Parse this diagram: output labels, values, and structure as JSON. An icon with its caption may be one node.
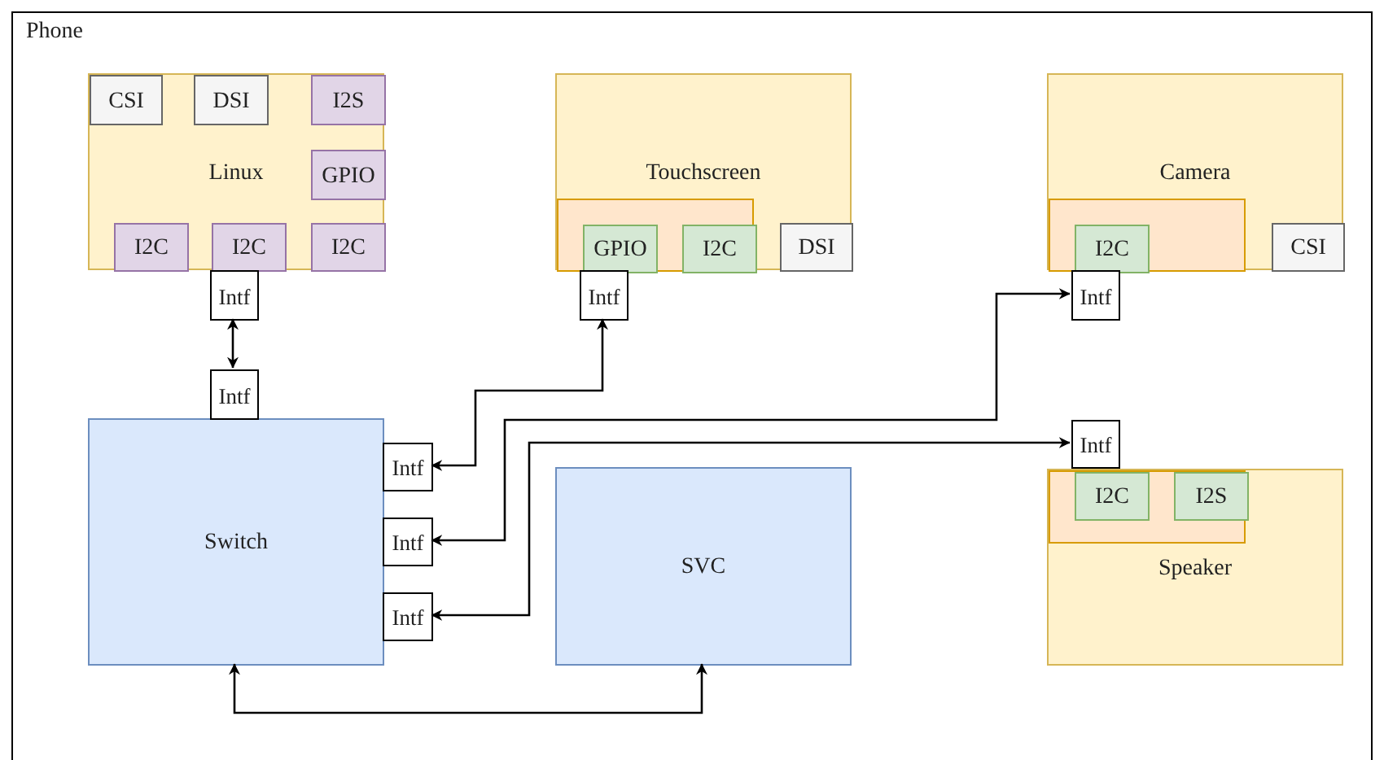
{
  "diagram": {
    "nodes": [
      {
        "text": [
          "Phone"
        ]
      },
      {
        "text": [
          "Linux"
        ],
        "in": 0
      },
      {
        "text": [
          "CSI"
        ],
        "in": 1
      },
      {
        "text": [
          "DSI"
        ],
        "in": 1
      },
      {
        "text": [
          "I2S"
        ],
        "in": 1
      },
      {
        "text": [
          "GPIO"
        ],
        "in": 1
      },
      {
        "text": [
          "I2C"
        ],
        "in": 1
      },
      {
        "text": [
          "I2C"
        ],
        "in": 1
      },
      {
        "text": [
          "I2C"
        ],
        "in": 1
      },
      {
        "text": [
          "Touchscreen"
        ],
        "in": 0
      },
      {
        "text": [],
        "shape": "box",
        "in": 9
      },
      {
        "text": [
          "GPIO"
        ],
        "in": 10
      },
      {
        "text": [
          "I2C"
        ],
        "in": 10
      },
      {
        "text": [
          "DSI"
        ],
        "in": 9
      },
      {
        "text": [
          "Camera"
        ],
        "in": 0
      },
      {
        "text": [],
        "shape": "box",
        "in": 14
      },
      {
        "text": [
          "I2C"
        ],
        "in": 15
      },
      {
        "text": [
          "CSI"
        ],
        "in": 14
      },
      {
        "text": [
          "Intf"
        ],
        "in": 0
      },
      {
        "text": [
          "Intf"
        ],
        "in": 0
      },
      {
        "text": [
          "Intf"
        ],
        "in": 0
      },
      {
        "text": [
          "Intf"
        ],
        "in": 0
      },
      {
        "text": [
          "Intf"
        ],
        "in": 0
      },
      {
        "text": [
          "Switch"
        ],
        "in": 0
      },
      {
        "text": [
          "Intf"
        ],
        "in": 0
      },
      {
        "text": [
          "Intf"
        ],
        "in": 0
      },
      {
        "text": [
          "Intf"
        ],
        "in": 0
      },
      {
        "text": [
          "SVC"
        ],
        "in": 0
      },
      {
        "text": [
          "Speaker"
        ],
        "in": 0
      },
      {
        "text": [],
        "shape": "box",
        "in": 28
      },
      {
        "text": [
          "I2C"
        ],
        "in": 29
      },
      {
        "text": [
          "I2S"
        ],
        "in": 29
      }
    ],
    "edges": [
      {
        "from": 18,
        "to": 21,
        "arrow": "both"
      },
      {
        "from": 24,
        "to": 19,
        "arrow": "both"
      },
      {
        "from": 25,
        "to": 20,
        "arrow": "both"
      },
      {
        "from": 26,
        "to": 22,
        "arrow": "both"
      },
      {
        "from": 23,
        "to": 27,
        "arrow": "both"
      }
    ]
  }
}
